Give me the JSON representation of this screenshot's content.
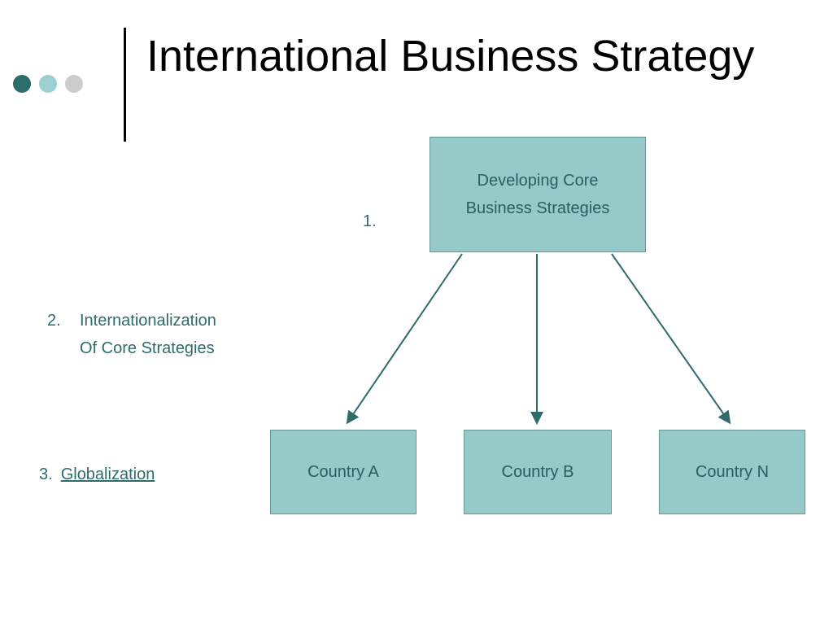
{
  "slide": {
    "title": "International Business Strategy",
    "accent_color": "#2e6b6b",
    "box_fill": "#96c9c8",
    "box_border": "#5f9a99"
  },
  "header_dots": [
    {
      "name": "dot-dark",
      "color": "#2e6b6b"
    },
    {
      "name": "dot-teal",
      "color": "#9cd0cf"
    },
    {
      "name": "dot-gray",
      "color": "#cccccc"
    }
  ],
  "steps": [
    {
      "number": "1.",
      "label": ""
    },
    {
      "number": "2.",
      "label": "Internationalization Of Core Strategies",
      "line1": "Internationalization",
      "line2": "Of Core Strategies"
    },
    {
      "number": "3.",
      "label": "Globalization"
    }
  ],
  "diagram": {
    "root": {
      "line1": "Developing Core",
      "line2": "Business Strategies"
    },
    "children": [
      {
        "label": "Country A"
      },
      {
        "label": "Country B"
      },
      {
        "label": "Country N"
      }
    ],
    "arrow_color": "#2e6b6b"
  }
}
